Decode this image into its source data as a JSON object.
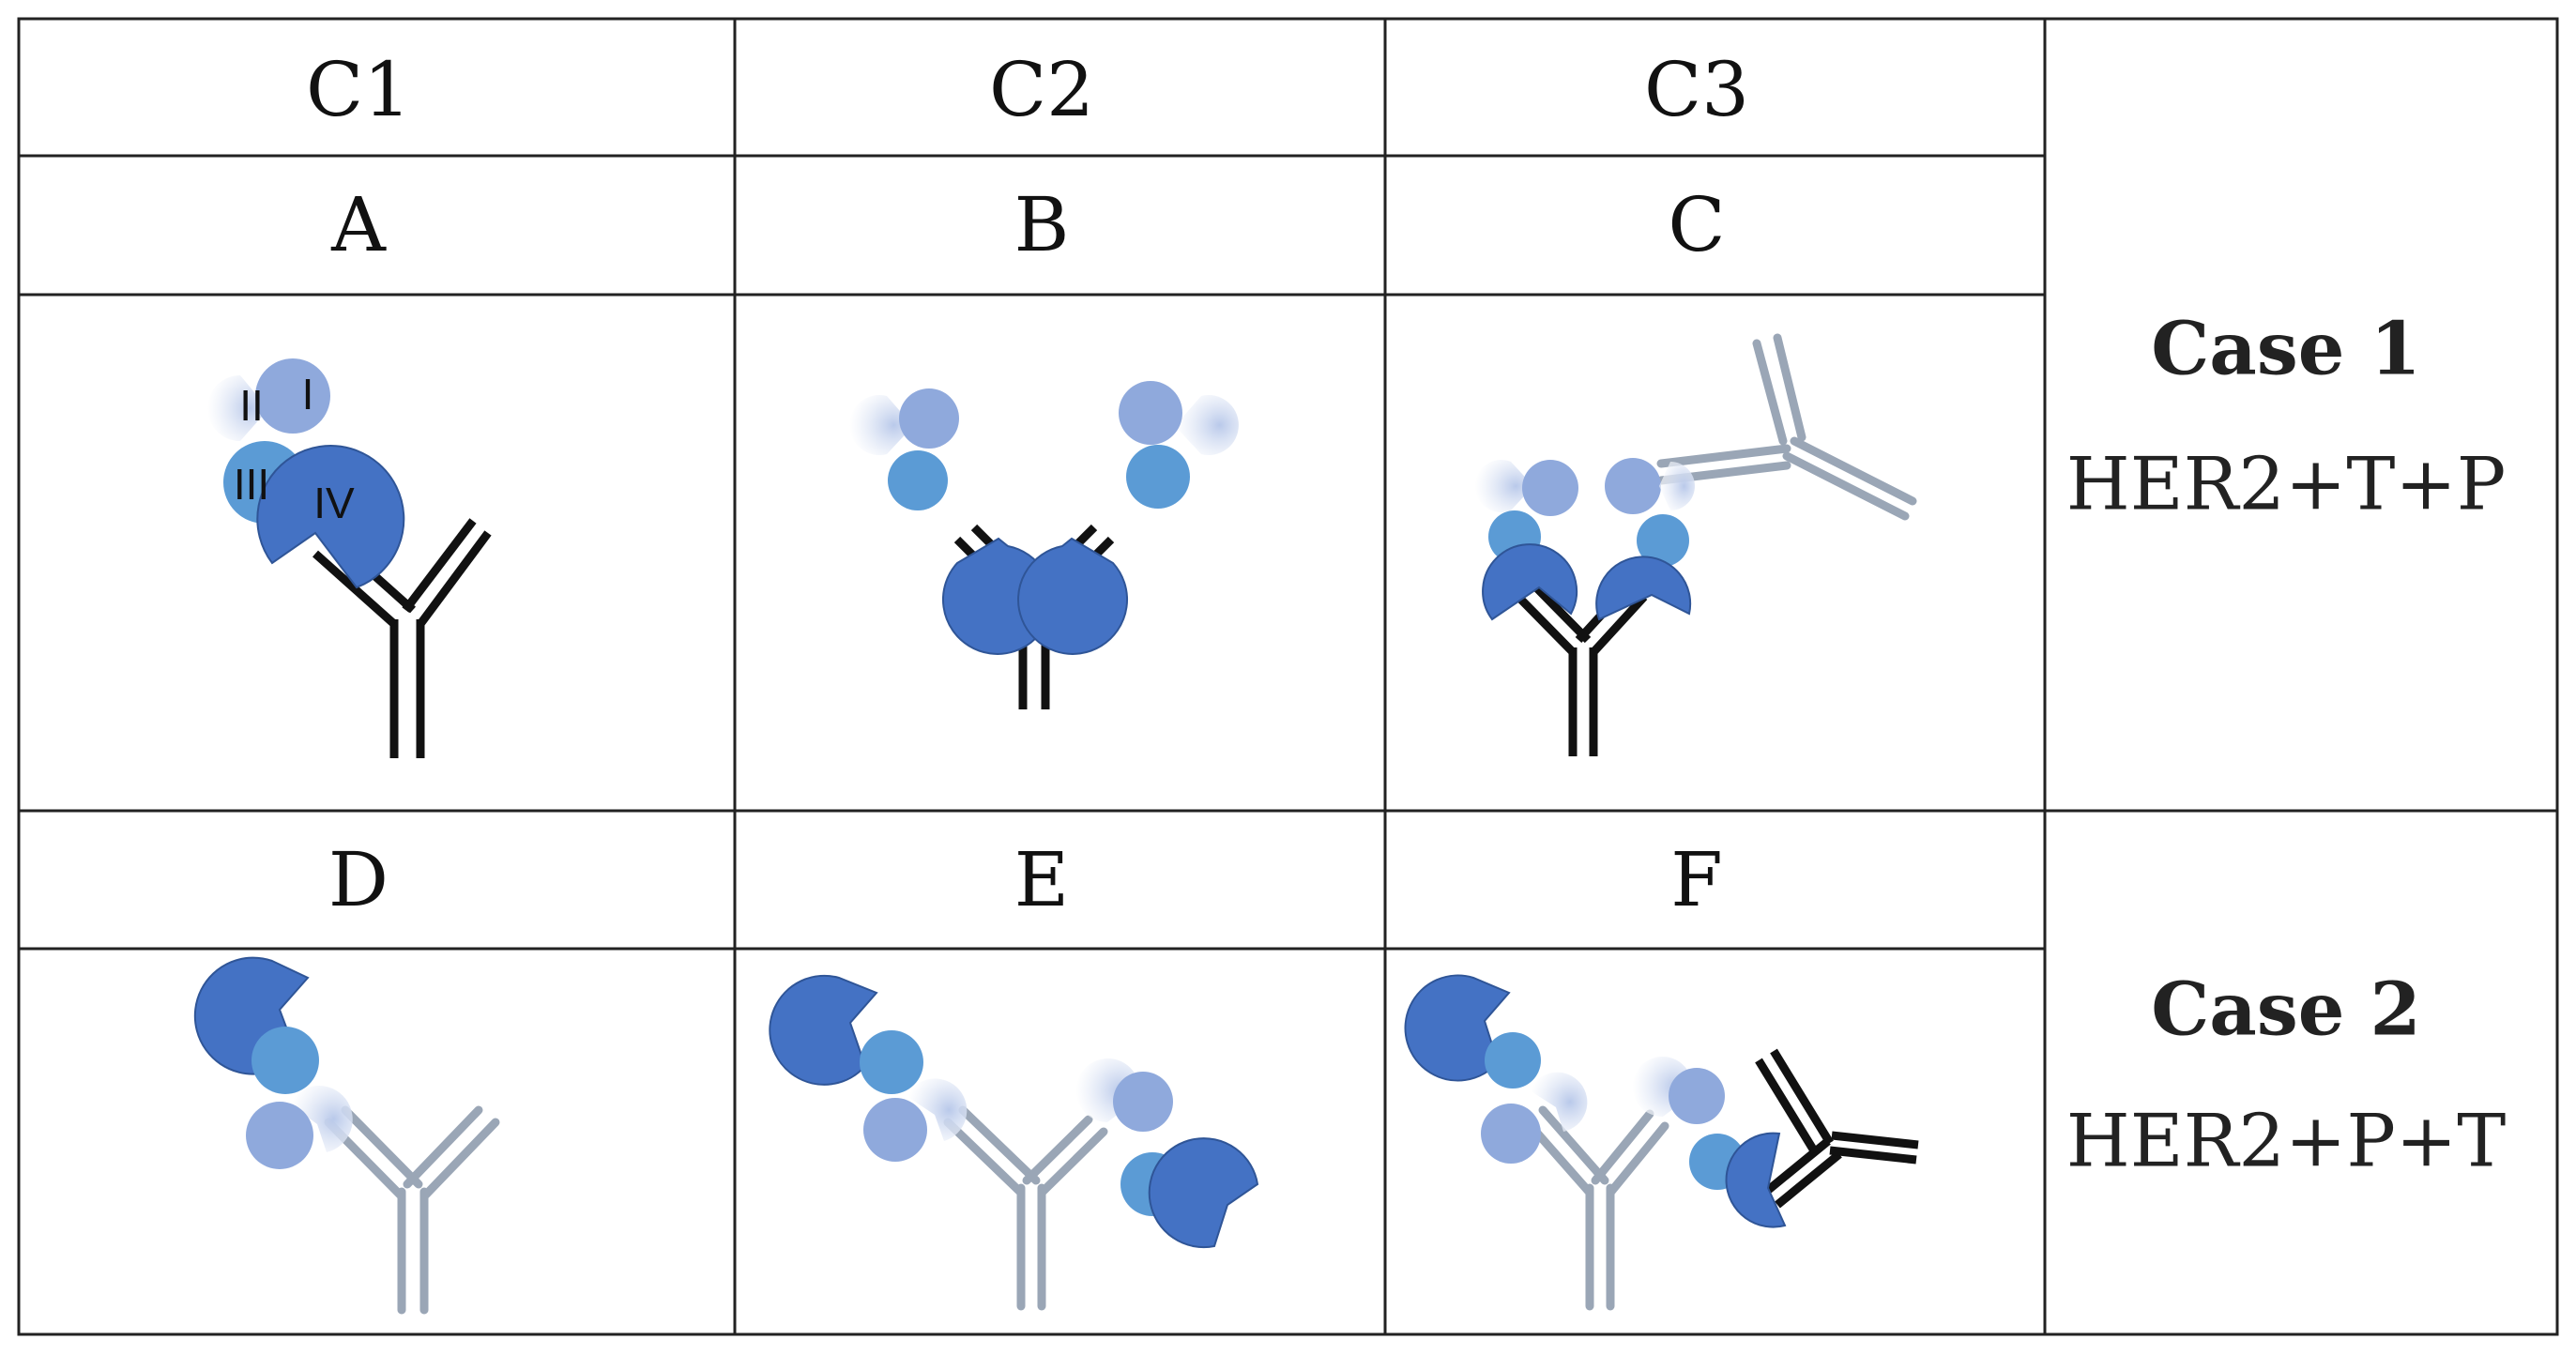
{
  "header": {
    "columns": [
      "C1",
      "C2",
      "C3"
    ],
    "panels_row1": [
      "A",
      "B",
      "C"
    ],
    "panels_row2": [
      "D",
      "E",
      "F"
    ]
  },
  "cases": [
    {
      "title": "Case 1",
      "subtitle": "HER2+T+P"
    },
    {
      "title": "Case 2",
      "subtitle": "HER2+P+T"
    }
  ],
  "domain_labels": [
    "I",
    "II",
    "III",
    "IV"
  ],
  "colors": {
    "domain_I": "#8fa9dc",
    "domain_II": "#c9d6ee",
    "domain_III": "#5b9bd5",
    "domain_IV": "#4472c4",
    "antibody_bound": "#111111",
    "antibody_faded": "#9aa6b6",
    "grid": "#222222"
  }
}
